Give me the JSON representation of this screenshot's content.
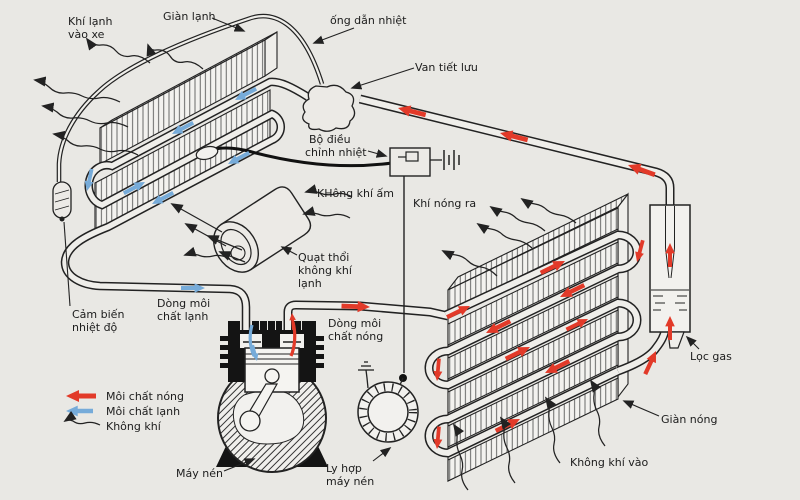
{
  "diagram_title": "Automotive air conditioning system diagram",
  "colors": {
    "background": "#e9e8e4",
    "hot_refrigerant": "#e23a29",
    "cold_refrigerant": "#76abd9",
    "line": "#222222"
  },
  "labels": {
    "khi_lanh_1": "Khí lạnh",
    "khi_lanh_2": "vào xe",
    "gian_lanh": "Giàn lạnh",
    "ong_dan_nhiet": "ống dẫn nhiệt",
    "van_tiet_luu": "Van tiết lưu",
    "bo_dieu_1": "Bộ điều",
    "bo_dieu_2": "chỉnh nhiệt",
    "khong_khi_am": "KHông khí ấm",
    "khi_nong_ra": "Khí nóng ra",
    "quat_1": "Quạt thổi",
    "quat_2": "không khí",
    "quat_3": "lạnh",
    "dong_lanh_1": "Dòng môi",
    "dong_lanh_2": "chất lạnh",
    "dong_nong_1": "Dòng môi",
    "dong_nong_2": "chất nóng",
    "cam_bien_1": "Cảm biến",
    "cam_bien_2": "nhiệt độ",
    "may_nen": "Máy nén",
    "ly_hop_1": "Ly hợp",
    "ly_hop_2": "máy nén",
    "loc_gas": "Lọc gas",
    "gian_nong": "Giàn nóng",
    "khong_khi_vao": "Không khí vào"
  },
  "legend": {
    "hot": "Môi chất nóng",
    "cold": "Môi chất lạnh",
    "air": "Không khí"
  }
}
